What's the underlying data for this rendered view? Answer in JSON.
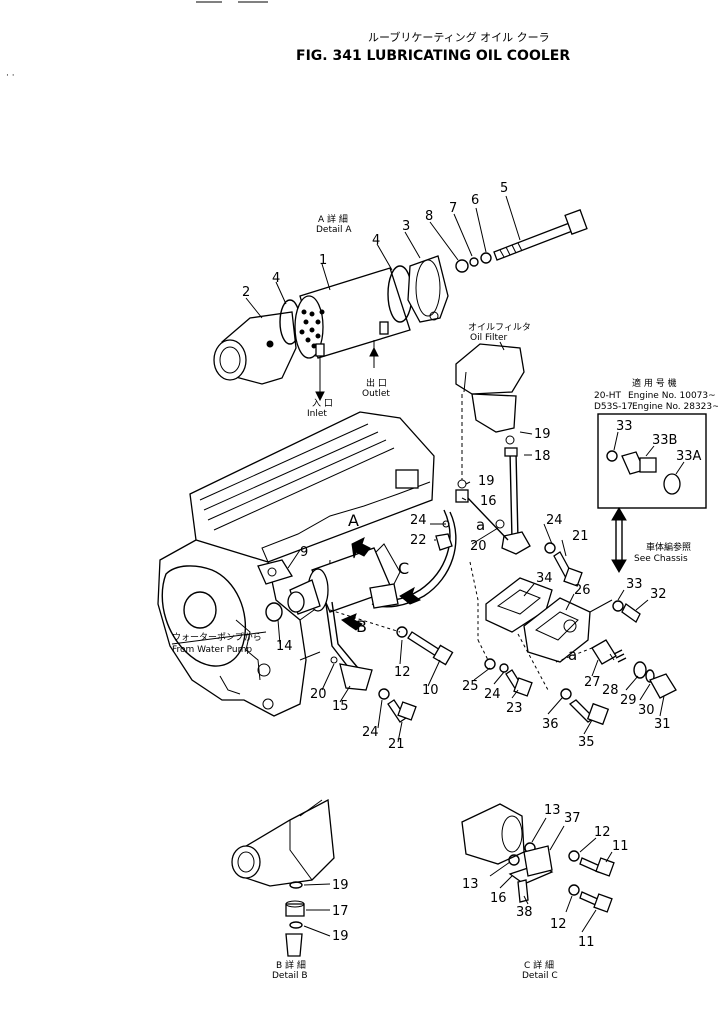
{
  "title": {
    "japanese": "ルーブリケーティング オイル クーラ",
    "english": "FIG. 341  LUBRICATING  OIL  COOLER"
  },
  "details": {
    "detail_a": {
      "japanese": "A 詳 細",
      "english": "Detail A"
    },
    "detail_b": {
      "japanese": "B 詳 細",
      "english": "Detail B"
    },
    "detail_c": {
      "japanese": "C 詳 細",
      "english": "Detail C"
    }
  },
  "labels": {
    "inlet_jp": "入 口",
    "inlet_en": "Inlet",
    "outlet_jp": "出 口",
    "outlet_en": "Outlet",
    "oil_filter_jp": "オイルフィルタ",
    "oil_filter_en": "Oil   Filter",
    "water_pump_jp": "ウォーターポンプから",
    "water_pump_en": "From Water Pump",
    "applicable_jp": "適 用 号 機",
    "model_1": "20-HT",
    "engine_1": "Engine No. 10073~",
    "model_2": "D53S-17",
    "engine_2": "Engine No. 28323~",
    "see_chassis_jp": "車体編参照",
    "see_chassis_en": "See Chassis"
  },
  "callouts": {
    "view_a": "A",
    "view_b": "B",
    "view_c": "C",
    "pipe_a": "a",
    "pipe_a2": "a"
  },
  "part_numbers": {
    "p1": "1",
    "p2": "2",
    "p3": "3",
    "p4a": "4",
    "p4b": "4",
    "p5": "5",
    "p6": "6",
    "p7": "7",
    "p8": "8",
    "p9": "9",
    "p10": "10",
    "p12a": "12",
    "p14": "14",
    "p15": "15",
    "p16a": "16",
    "p18": "18",
    "p19a": "19",
    "p19b": "19",
    "p20a": "20",
    "p20b": "20",
    "p21a": "21",
    "p21b": "21",
    "p22": "22",
    "p23": "23",
    "p24a": "24",
    "p24b": "24",
    "p24c": "24",
    "p24d": "24",
    "p25": "25",
    "p26": "26",
    "p27": "27",
    "p28": "28",
    "p29": "29",
    "p30": "30",
    "p31": "31",
    "p32": "32",
    "p33a": "33",
    "p33b": "33",
    "p33B": "33B",
    "p33A": "33A",
    "p34": "34",
    "p35": "35",
    "p36": "36",
    "b19a": "19",
    "b17": "17",
    "b19b": "19",
    "c13a": "13",
    "c13b": "13",
    "c37": "37",
    "c12a": "12",
    "c12b": "12",
    "c11a": "11",
    "c11b": "11",
    "c16": "16",
    "c38": "38"
  }
}
